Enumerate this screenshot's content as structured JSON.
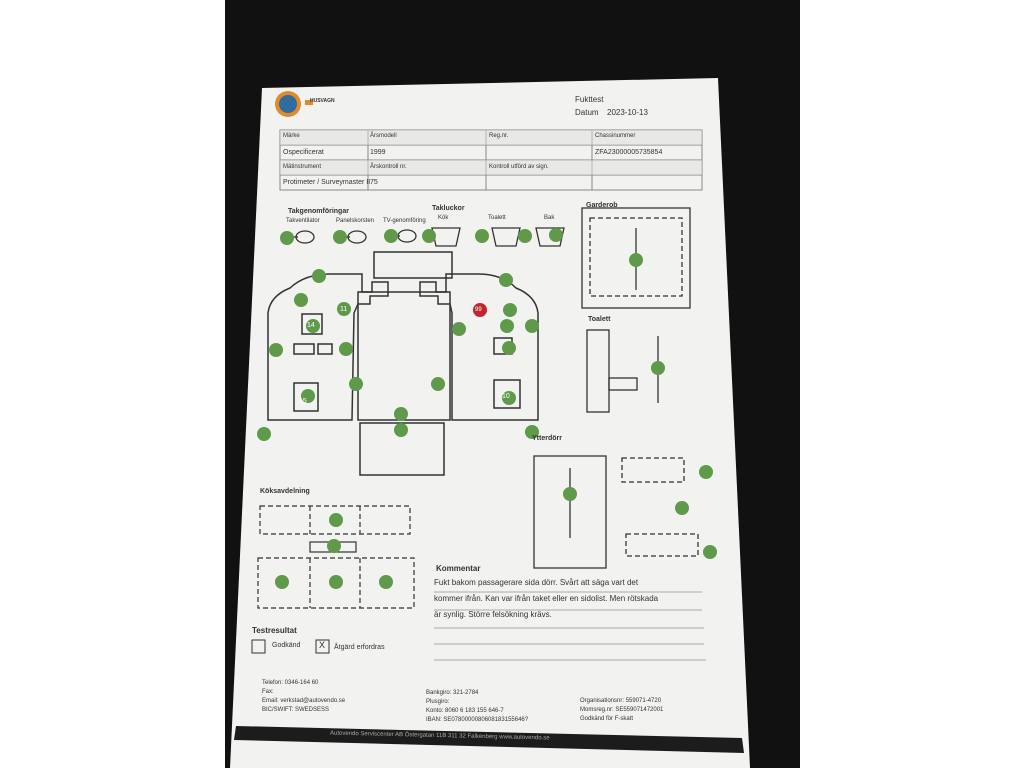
{
  "header": {
    "brand": "HUSVAGN",
    "title": "Fukttest",
    "date_label": "Datum",
    "date_value": "2023-10-13"
  },
  "info_table": {
    "marke_label": "Märke",
    "arsmodell_label": "Årsmodell",
    "regnr_label": "Reg.nr.",
    "chassi_label": "Chassinummer",
    "marke_value": "Ospecificerat",
    "arsmodell_value": "1999",
    "chassi_value": "ZFA23000005735854",
    "matinstrument_label": "Mätinstrument",
    "arskontroll_label": "Årskontroll nr.",
    "kontroll_label": "Kontroll utförd av sign.",
    "instrument_value": "Protimeter / Surveymaster II",
    "arskontroll_value": "75"
  },
  "sections": {
    "takgenomforingar": "Takgenomföringar",
    "takventilator": "Takventilator",
    "panelskorsten": "Panelskorsten",
    "tv_genomforing": "TV-genomföring",
    "takluckor": "Takluckor",
    "kok": "Kök",
    "toalett_lucka": "Toalett",
    "bak": "Bak",
    "garderob": "Garderob",
    "toalett": "Toalett",
    "ytterdorr": "Ytterdörr",
    "koksavdelning": "Köksavdelning"
  },
  "readings": {
    "r11": "11",
    "r14": "14",
    "r15": "15",
    "r10": "10",
    "r99": "99"
  },
  "comment": {
    "label": "Kommentar",
    "line1": "Fukt bakom passagerare sida dörr. Svårt att säga vart det",
    "line2": "kommer ifrån. Kan var ifrån taket eller en sidolist. Men rötskada",
    "line3": "är synlig. Större felsökning krävs."
  },
  "testresultat": {
    "label": "Testresultat",
    "godkand": "Godkänd",
    "godkand_checked": "",
    "atgard": "Åtgärd erfordras",
    "atgard_checked": "X"
  },
  "footer": {
    "telefon": "Telefon: 0346-164 60",
    "fax": "Fax:",
    "email": "Email: verkstad@autovendo.se",
    "bic": "BIC/SWIFT: SWEDSESS",
    "bankgiro": "Bankgiro: 321-2784",
    "plusgiro": "Plusgiro:",
    "konto": "Konto: 8060 6 183 155 646-7",
    "iban": "IBAN: SE0780000080608183155646?",
    "org": "Organisationsnr: 559071-4720",
    "momsreg": "Momsreg.nr: SE559071472001",
    "fskatt": "Godkänd för F-skatt",
    "bottom": "Autovendo Serviscenter AB  Östergatan 11B  311 32 Falkenberg  www.autovendo.se"
  },
  "colors": {
    "dot_green": "#5e9a4a",
    "dot_red": "#c0272d",
    "paper": "#f2f2f0",
    "ink": "#3a3a3a"
  }
}
